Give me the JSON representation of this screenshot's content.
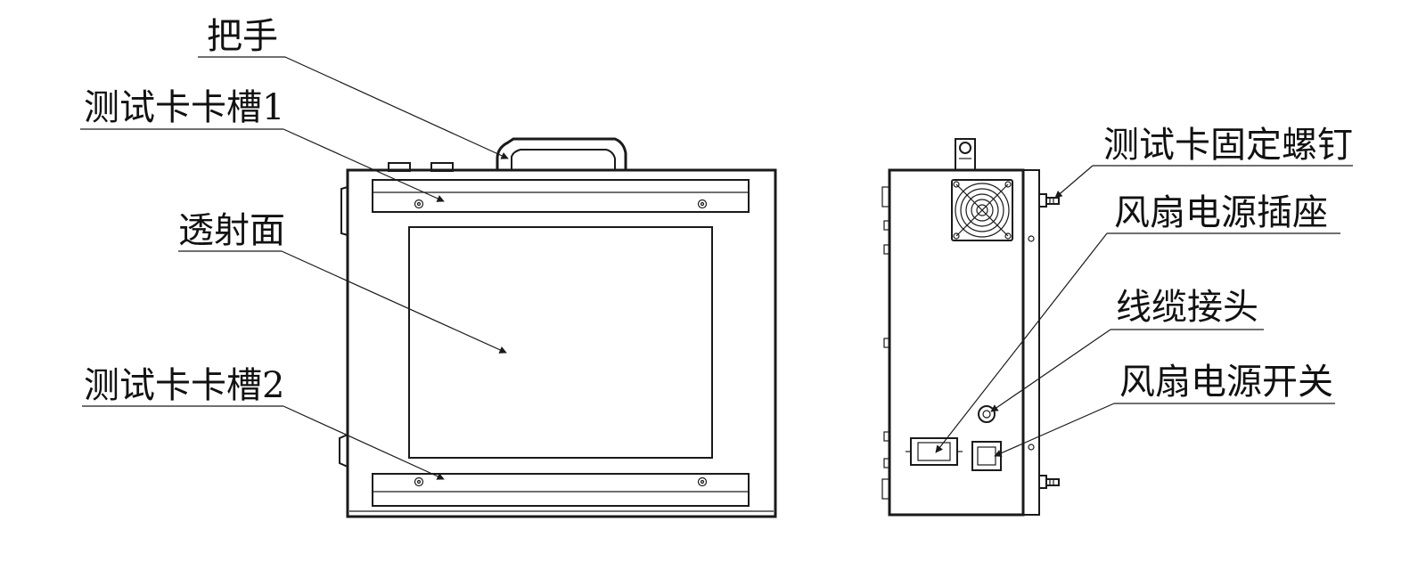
{
  "callouts": {
    "handle": "把手",
    "card_slot_1": "测试卡卡槽1",
    "transmission_surface": "透射面",
    "card_slot_2": "测试卡卡槽2",
    "card_fixing_screw": "测试卡固定螺钉",
    "fan_power_socket": "风扇电源插座",
    "cable_connector": "线缆接头",
    "fan_power_switch": "风扇电源开关"
  }
}
